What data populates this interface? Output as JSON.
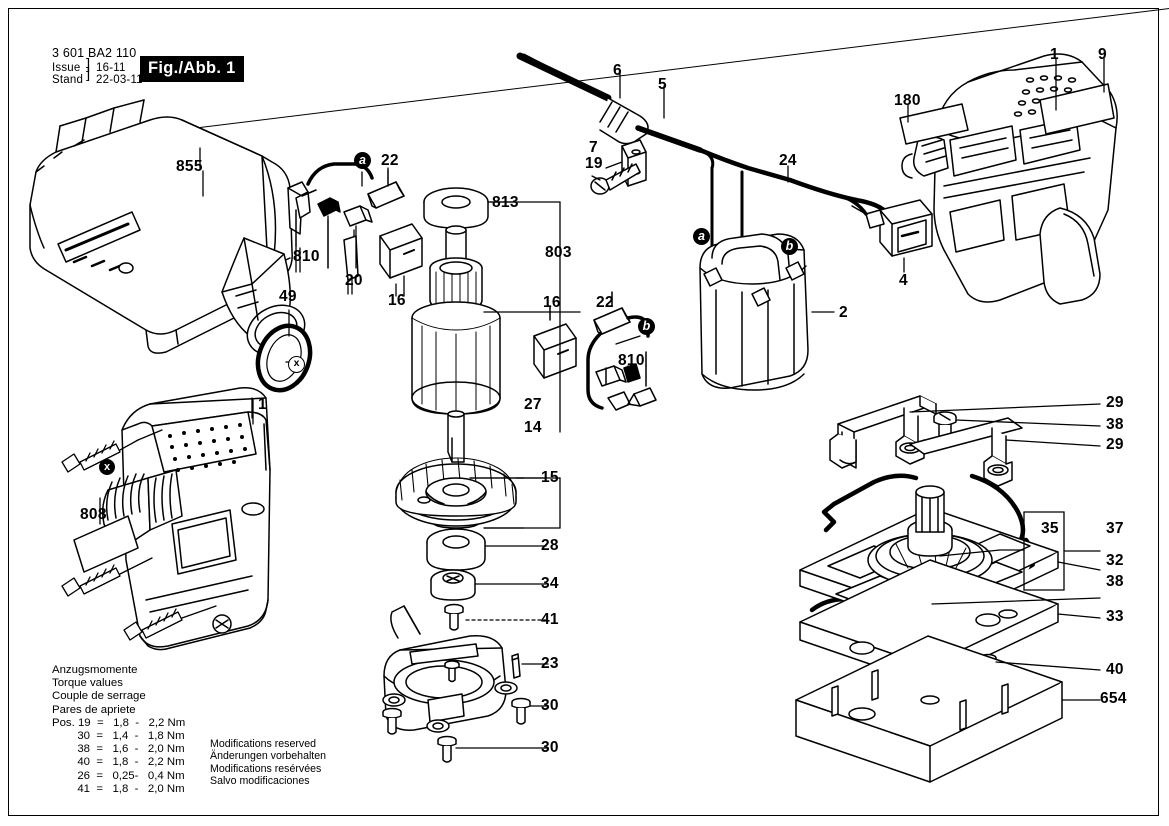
{
  "header": {
    "part_number": "3 601 BA2 110",
    "issue_label": "Issue",
    "stand_label": "Stand",
    "issue_value": "16-11",
    "stand_value": "22-03-11",
    "figure_label": "Fig./Abb. 1"
  },
  "torque": {
    "title_de": "Anzugsmomente",
    "title_en": "Torque values",
    "title_fr": "Couple de serrage",
    "title_es": "Pares de apriete",
    "rows": [
      "Pos. 19  =   1,8  -   2,2 Nm",
      "        30  =   1,4  -   1,8 Nm",
      "        38  =   1,6  -   2,0 Nm",
      "        40  =   1,8  -   2,2 Nm",
      "        26  =   0,25-   0,4 Nm",
      "        41  =   1,8  -   2,0 Nm"
    ]
  },
  "modifications": {
    "en": "Modifications reserved",
    "de": "Änderungen vorbehalten",
    "fr": "Modifications resérvées",
    "es": "Salvo modificaciones"
  },
  "callouts": {
    "dust_canister": "855",
    "oring": "49",
    "oring_mark": "x",
    "housing_left": "1",
    "label_808": "808",
    "housing_right": "1",
    "label_9": "9",
    "label_180": "180",
    "switch": "4",
    "brush_holder_top": "810",
    "brush_cap_top": "22",
    "mark_a_top": "a",
    "spring_20": "20",
    "terminal_16_top": "16",
    "bearing_813": "813",
    "armature_group": "803",
    "washer_27": "27",
    "bearing_14": "14",
    "terminal_16_low": "16",
    "brush_cap_low": "22",
    "mark_b_low": "b",
    "brush_holder_low": "810",
    "fan_15": "15",
    "bearing_28": "28",
    "eccentric_34": "34",
    "screw_41": "41",
    "clamp_23": "23",
    "screw_30_a": "30",
    "screw_30_b": "30",
    "cord_sleeve_6": "6",
    "cord_5": "5",
    "strain_relief_7": "7",
    "screw_19": "19",
    "wire_24": "24",
    "field_2": "2",
    "mark_a_field": "a",
    "mark_b_field": "b",
    "damper_29_top": "29",
    "screw_38_top": "38",
    "damper_29_low": "29",
    "spring_35": "35",
    "group_37": "37",
    "plate_32": "32",
    "screw_38_low": "38",
    "plate_33": "33",
    "screw_40": "40",
    "pad_654": "654"
  }
}
